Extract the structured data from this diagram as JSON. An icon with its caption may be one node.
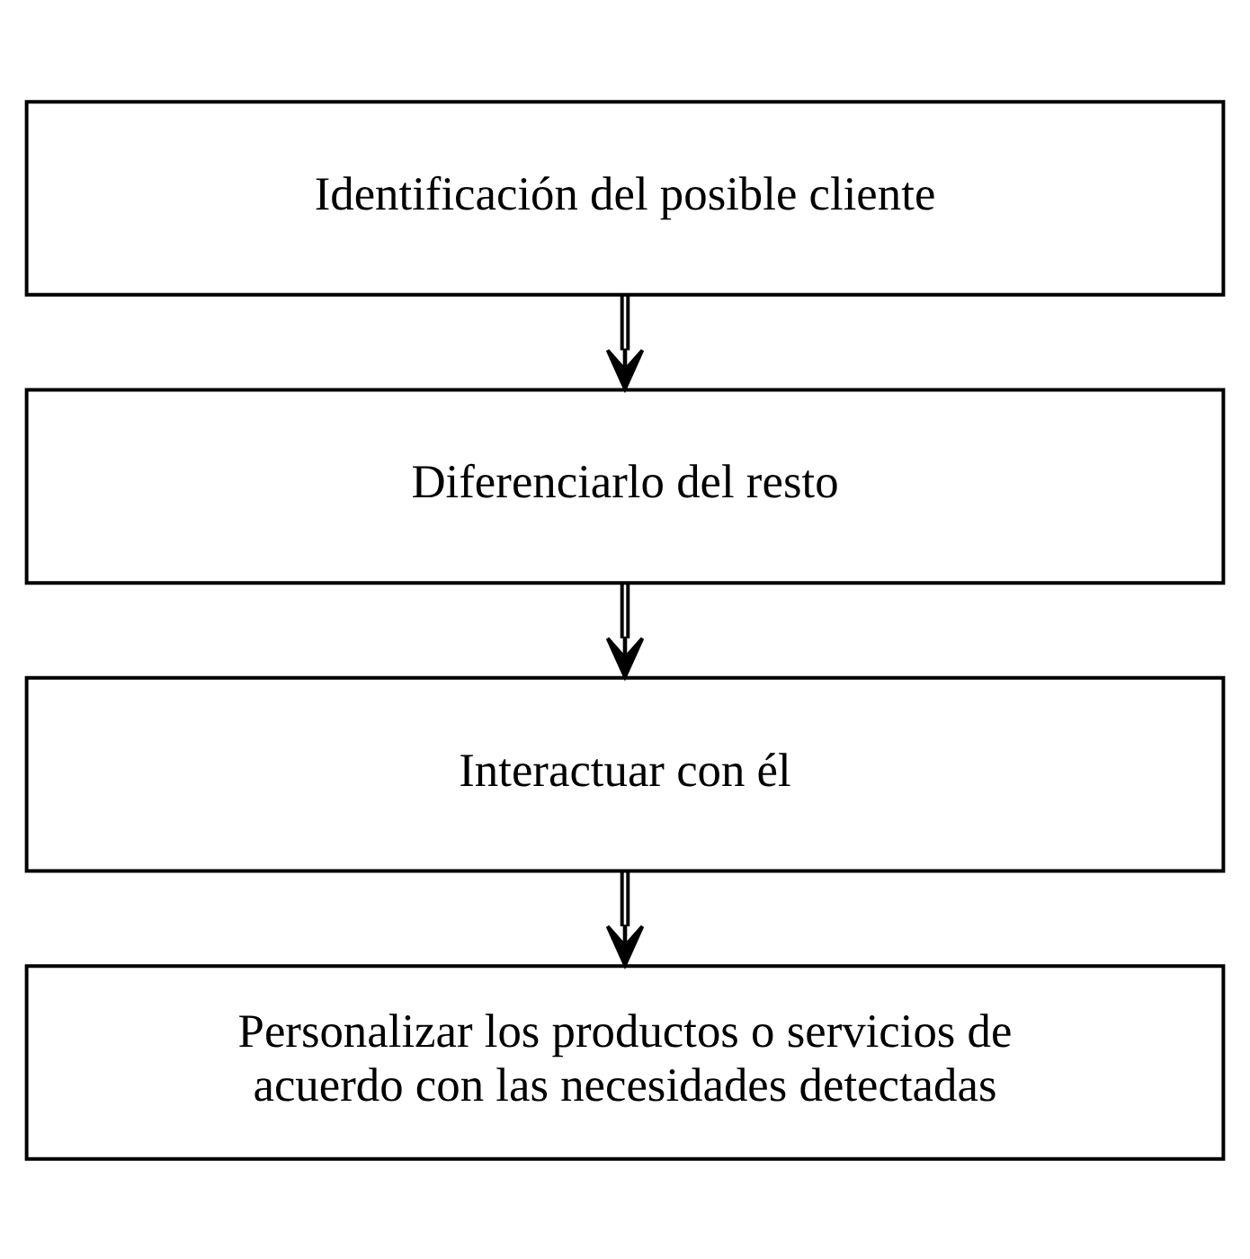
{
  "diagram": {
    "nodes": [
      {
        "text": [
          "Identificación del posible cliente"
        ]
      },
      {
        "text": [
          "Diferenciarlo del resto"
        ]
      },
      {
        "text": [
          "Interactuar con él"
        ]
      },
      {
        "text": [
          "Personalizar los productos o servicios de acuerdo con las necesidades detectadas"
        ]
      }
    ],
    "edges": [
      {
        "from": 0,
        "to": 1,
        "arrow": "to"
      },
      {
        "from": 1,
        "to": 2,
        "arrow": "to"
      },
      {
        "from": 2,
        "to": 3,
        "arrow": "to"
      }
    ]
  }
}
